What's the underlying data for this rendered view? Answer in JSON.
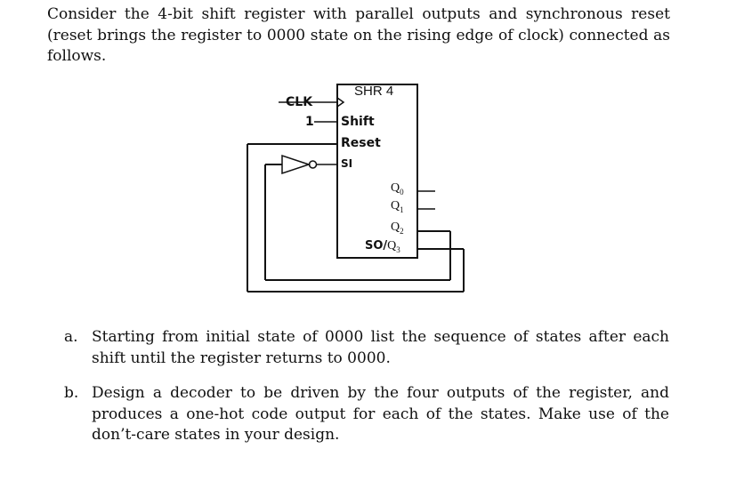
{
  "intro_text": "Consider the 4-bit shift register with parallel outputs and synchronous reset (reset brings the register to 0000 state on the rising edge of clock) connected as follows.",
  "diagram": {
    "block_title": "SHR 4",
    "clk_label": "CLK",
    "shift_const": "1",
    "input_pins": [
      "Shift",
      "Reset",
      "SI"
    ],
    "output_pins": [
      {
        "letter": "Q",
        "sub": "0",
        "prefix": ""
      },
      {
        "letter": "Q",
        "sub": "1",
        "prefix": ""
      },
      {
        "letter": "Q",
        "sub": "2",
        "prefix": ""
      },
      {
        "letter": "Q",
        "sub": "3",
        "prefix": "SO/"
      }
    ]
  },
  "questions": [
    {
      "marker": "a.",
      "text": "Starting from initial state of 0000 list the sequence of states after each shift until the register returns to 0000."
    },
    {
      "marker": "b.",
      "text": "Design a decoder to be driven by the four outputs of the register, and produces a one-hot code output for each of the states. Make use of the don’t-care states in your design."
    }
  ]
}
